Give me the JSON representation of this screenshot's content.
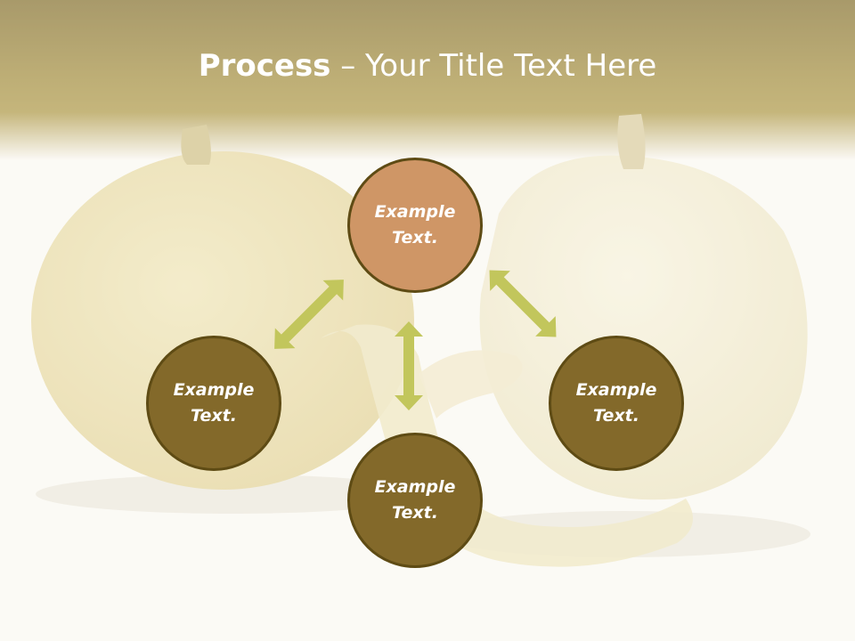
{
  "title": {
    "bold": "Process",
    "rest": " – Your Title Text Here"
  },
  "nodes": {
    "top": {
      "text": "Example Text.",
      "color": "#cf9666"
    },
    "left": {
      "text": "Example Text.",
      "color": "#83692a"
    },
    "right": {
      "text": "Example Text.",
      "color": "#83692a"
    },
    "bottom": {
      "text": "Example Text.",
      "color": "#83692a"
    }
  },
  "colors": {
    "arrow": "#c2c65c",
    "header": "#8d7628",
    "node_border": "#5e4b14"
  }
}
